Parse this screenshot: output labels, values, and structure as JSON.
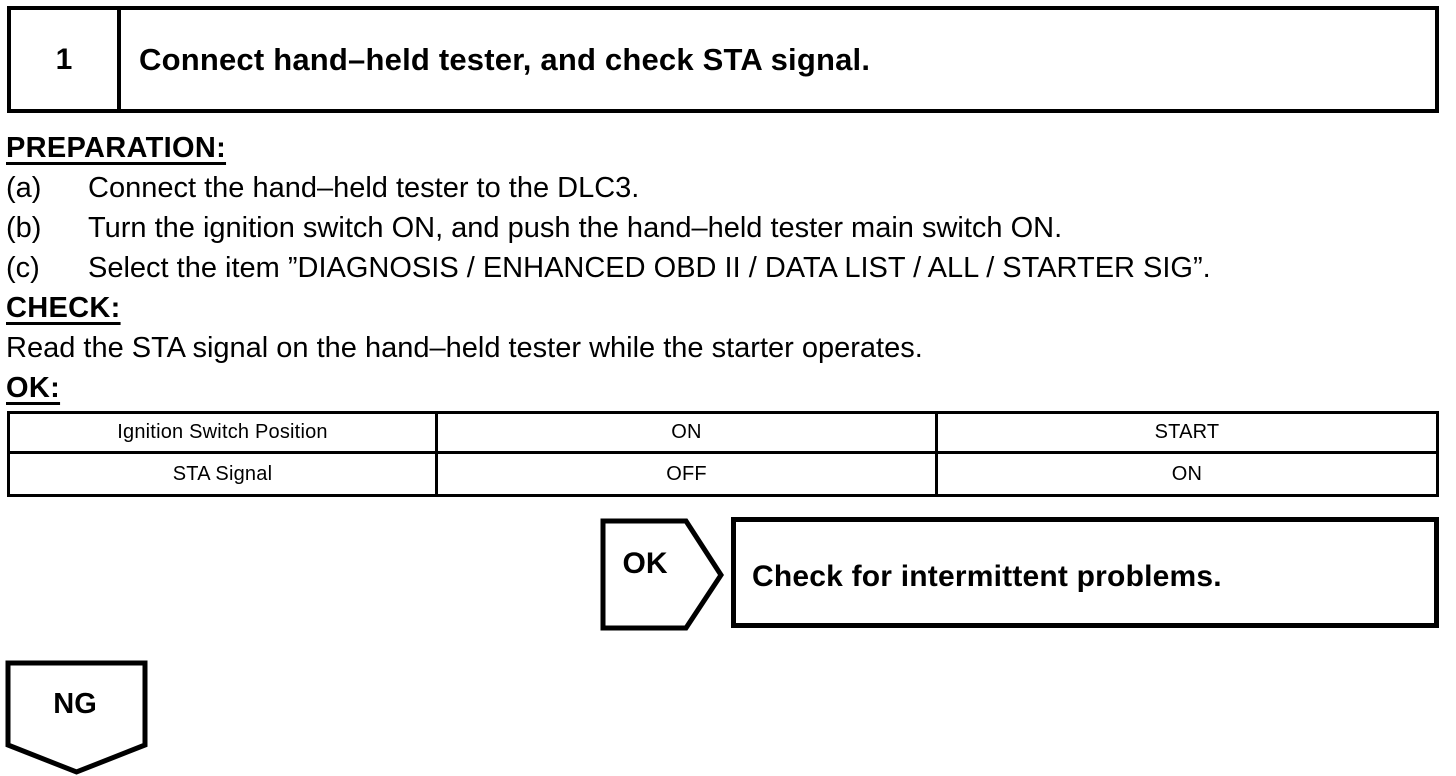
{
  "page": {
    "background": "#ffffff",
    "text_color": "#000000"
  },
  "step_header": {
    "number": "1",
    "title": "Connect hand–held tester, and check STA signal."
  },
  "sections": {
    "preparation": {
      "heading": "PREPARATION:",
      "items": [
        {
          "label": "(a)",
          "text": "Connect the hand–held tester to the DLC3."
        },
        {
          "label": "(b)",
          "text": "Turn the ignition switch ON, and push the hand–held tester main switch ON."
        },
        {
          "label": "(c)",
          "text": "Select the item ”DIAGNOSIS / ENHANCED OBD II / DATA LIST / ALL / STARTER SIG”."
        }
      ]
    },
    "check": {
      "heading": "CHECK:",
      "text": "Read the STA signal on the hand–held tester while the starter operates."
    },
    "ok_heading": "OK:"
  },
  "result_table": {
    "rows": [
      [
        "Ignition Switch Position",
        "ON",
        "START"
      ],
      [
        "STA Signal",
        "OFF",
        "ON"
      ]
    ]
  },
  "ok_branch": {
    "connector_label": "OK",
    "action": "Check for intermittent problems."
  },
  "ng_branch": {
    "connector_label": "NG"
  }
}
